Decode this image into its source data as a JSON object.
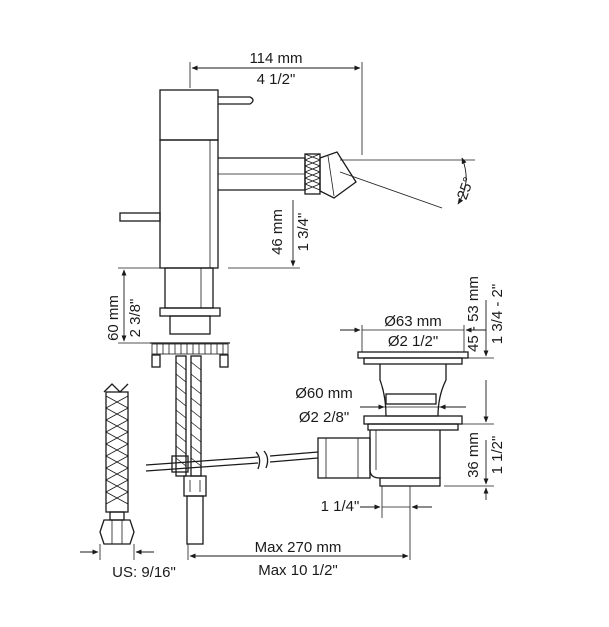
{
  "dimensions": {
    "width_mm": "114 mm",
    "width_in": "4 1/2\"",
    "angle": "25°",
    "spout_height_mm": "46 mm",
    "spout_height_in": "1 3/4\"",
    "base_height_mm": "60 mm",
    "base_height_in": "2 3/8\"",
    "popup_diameter_mm": "Ø63 mm",
    "popup_diameter_in": "Ø2 1/2\"",
    "popup_range_mm": "45 - 53 mm",
    "popup_range_in": "1 3/4 - 2\"",
    "waste_diameter_mm": "Ø60 mm",
    "waste_diameter_in": "Ø2 2/8\"",
    "waste_height_mm": "36 mm",
    "waste_height_in": "1 1/2\"",
    "outlet_thread": "1 1/4\"",
    "max_length_mm": "Max 270 mm",
    "max_length_in": "Max 10 1/2\"",
    "hose_thread": "US: 9/16\""
  },
  "colors": {
    "line": "#1a1a1a",
    "background": "#ffffff"
  }
}
